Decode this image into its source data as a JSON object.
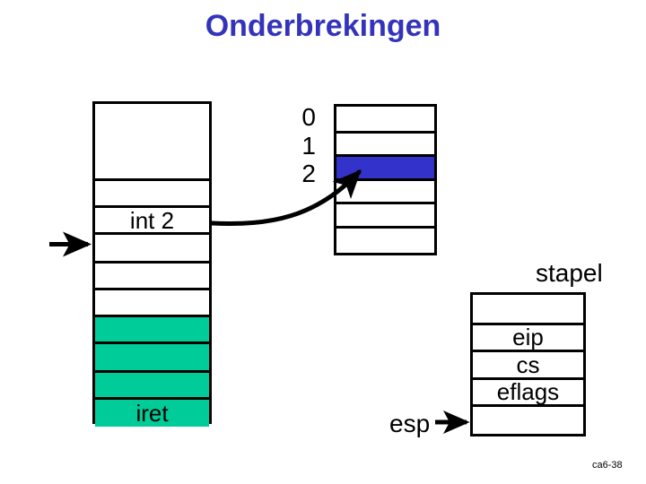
{
  "slide": {
    "title": "Onderbrekingen",
    "footer_note": "ca6-38",
    "colors": {
      "title_blue": "#3333bb",
      "highlight_blue": "#3333cc",
      "handler_green": "#00cc99",
      "outline_black": "#000000",
      "background": "#ffffff"
    }
  },
  "code_table": {
    "name": "program-memory",
    "rows": [
      {
        "label": "",
        "fill": "white"
      },
      {
        "label": "",
        "fill": "white"
      },
      {
        "label": "int 2",
        "fill": "white"
      },
      {
        "label": "",
        "fill": "white"
      },
      {
        "label": "",
        "fill": "white"
      },
      {
        "label": "",
        "fill": "white"
      },
      {
        "label": "",
        "fill": "green"
      },
      {
        "label": "",
        "fill": "green"
      },
      {
        "label": "",
        "fill": "green"
      },
      {
        "label": "iret",
        "fill": "green"
      }
    ]
  },
  "ivt_table": {
    "name": "interrupt-vector-table",
    "indices": [
      "0",
      "1",
      "2"
    ],
    "rows": [
      {
        "label": "",
        "fill": "white"
      },
      {
        "label": "",
        "fill": "white"
      },
      {
        "label": "",
        "fill": "blue"
      },
      {
        "label": "",
        "fill": "white"
      },
      {
        "label": "",
        "fill": "white"
      },
      {
        "label": "",
        "fill": "white"
      }
    ]
  },
  "stack_table": {
    "name": "stack",
    "caption": "stapel",
    "pointer_label": "esp",
    "rows": [
      {
        "label": "",
        "fill": "white"
      },
      {
        "label": "eip",
        "fill": "white"
      },
      {
        "label": "cs",
        "fill": "white"
      },
      {
        "label": "eflags",
        "fill": "white"
      },
      {
        "label": "",
        "fill": "white"
      }
    ]
  },
  "arrows": [
    {
      "name": "instruction-pointer-arrow",
      "kind": "straight",
      "from": "left-margin",
      "to": "code-table-row-4"
    },
    {
      "name": "int2-to-vector-arrow",
      "kind": "curved",
      "from": "code-table-int2-row",
      "to": "ivt-row-2"
    },
    {
      "name": "esp-pointer-arrow",
      "kind": "straight",
      "from": "esp-label",
      "to": "stack-bottom-row"
    }
  ]
}
